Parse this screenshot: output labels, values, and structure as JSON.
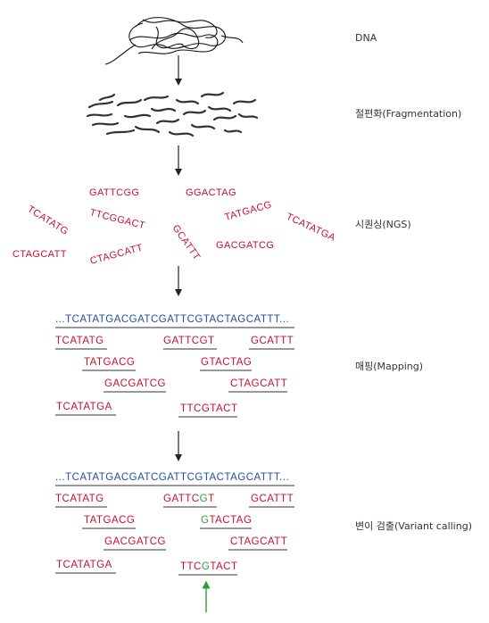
{
  "stages": {
    "dna": "DNA",
    "fragmentation": "절편화(Fragmentation)",
    "sequencing": "시퀀싱(NGS)",
    "mapping": "매핑(Mapping)",
    "variant_calling": "변이 검출(Variant calling)"
  },
  "fragments": [
    "GATTCGG",
    "GGACTAG",
    "TCATATG",
    "TTCGGACT",
    "GCATTT",
    "TATGACG",
    "TCATATGA",
    "CTAGCATT",
    "CTAGCATT",
    "GACGATCG"
  ],
  "mapping": {
    "reference": "...TCATATGACGATCGATTCGTACTAGCATTT...",
    "reads": [
      "TCATATG",
      "GATTCGT",
      "GCATTT",
      "TATGACG",
      "GTACTAG",
      "GACGATCG",
      "CTAGCATT",
      "TCATATGA",
      "TTCGTACT"
    ]
  },
  "variant_calling": {
    "reference": "...TCATATGACGATCGATTCGTACTAGCATTT...",
    "reads": [
      {
        "pre": "TCATATG",
        "mid": "",
        "post": ""
      },
      {
        "pre": "GATTC",
        "mid": "G",
        "post": "T"
      },
      {
        "pre": "GCATTT",
        "mid": "",
        "post": ""
      },
      {
        "pre": "TATGACG",
        "mid": "",
        "post": ""
      },
      {
        "pre": "",
        "mid": "G",
        "post": "TACTAG"
      },
      {
        "pre": "GACGATCG",
        "mid": "",
        "post": ""
      },
      {
        "pre": "CTAGCATT",
        "mid": "",
        "post": ""
      },
      {
        "pre": "TCATATGA",
        "mid": "",
        "post": ""
      },
      {
        "pre": "TTC",
        "mid": "G",
        "post": "TACT"
      }
    ]
  },
  "colors": {
    "reference": "#1f4e9c",
    "read": "#c8102e",
    "variant": "#2e9c3e",
    "arrow": "#222222"
  }
}
